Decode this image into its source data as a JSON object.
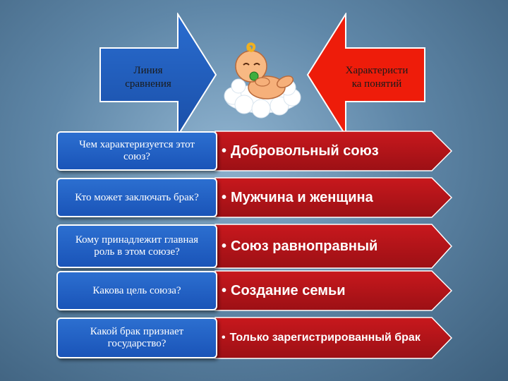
{
  "header": {
    "left_label": "Линия\nсравнения",
    "right_label": "Характеристи\nка понятий",
    "left_color": "#1d5bb8",
    "right_color": "#ee1c0a"
  },
  "bullet": "•",
  "rows": [
    {
      "question": "Чем характеризуется этот союз?",
      "answer": "Добровольный союз"
    },
    {
      "question": "Кто может заключать брак?",
      "answer": "Мужчина и женщина"
    },
    {
      "question": "Кому принадлежит главная роль в этом союзе?",
      "answer": "Союз равноправный"
    },
    {
      "question": "Какова цель союза?",
      "answer": "Создание семьи"
    },
    {
      "question": "Какой брак признает государство?",
      "answer": "Только зарегистрированный брак"
    }
  ],
  "colors": {
    "box_blue": "#1d5bb8",
    "arrow_red": "#b5141a",
    "background": "#5f87a8"
  },
  "illustration": "baby-on-cloud"
}
